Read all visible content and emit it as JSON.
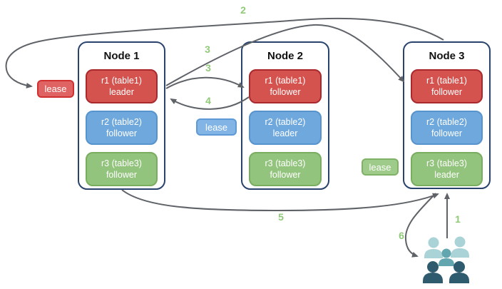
{
  "diagram": {
    "nodes": [
      {
        "title": "Node 1",
        "replicas": [
          {
            "name": "r1 (table1)",
            "role": "leader",
            "color": "red"
          },
          {
            "name": "r2 (table2)",
            "role": "follower",
            "color": "blue"
          },
          {
            "name": "r3 (table3)",
            "role": "follower",
            "color": "green"
          }
        ]
      },
      {
        "title": "Node 2",
        "replicas": [
          {
            "name": "r1 (table1)",
            "role": "follower",
            "color": "red"
          },
          {
            "name": "r2 (table2)",
            "role": "leader",
            "color": "blue"
          },
          {
            "name": "r3 (table3)",
            "role": "follower",
            "color": "green"
          }
        ]
      },
      {
        "title": "Node 3",
        "replicas": [
          {
            "name": "r1 (table1)",
            "role": "follower",
            "color": "red"
          },
          {
            "name": "r2 (table2)",
            "role": "follower",
            "color": "blue"
          },
          {
            "name": "r3 (table3)",
            "role": "leader",
            "color": "green"
          }
        ]
      }
    ],
    "leases": [
      {
        "label": "lease",
        "color": "red"
      },
      {
        "label": "lease",
        "color": "blue"
      },
      {
        "label": "lease",
        "color": "green"
      }
    ],
    "steps": {
      "n1": "1",
      "n2": "2",
      "n3_long": "3",
      "n3_short": "3",
      "n4": "4",
      "n5": "5",
      "n6": "6"
    },
    "icons": {
      "users_icon": "users-icon"
    }
  },
  "palette": {
    "node-border": "#29436d",
    "red-fill": "#d5534f",
    "red-border": "#a9292d",
    "blue-fill": "#6fa8dc",
    "blue-border": "#5794ce",
    "green-fill": "#93c47d",
    "green-border": "#79ad5f",
    "red-lease-fill": "#e06363",
    "red-lease-border": "#d02f2f",
    "blue-lease-fill": "#82b5e6",
    "blue-lease-border": "#5e9ad6",
    "green-lease-fill": "#9ecb8a",
    "green-lease-border": "#7fb267",
    "arrow": "#5f6368",
    "label-green": "#90c978",
    "users-light": "#a9d3d6",
    "users-medium": "#63a6b0",
    "users-dark": "#2f5b6e"
  }
}
